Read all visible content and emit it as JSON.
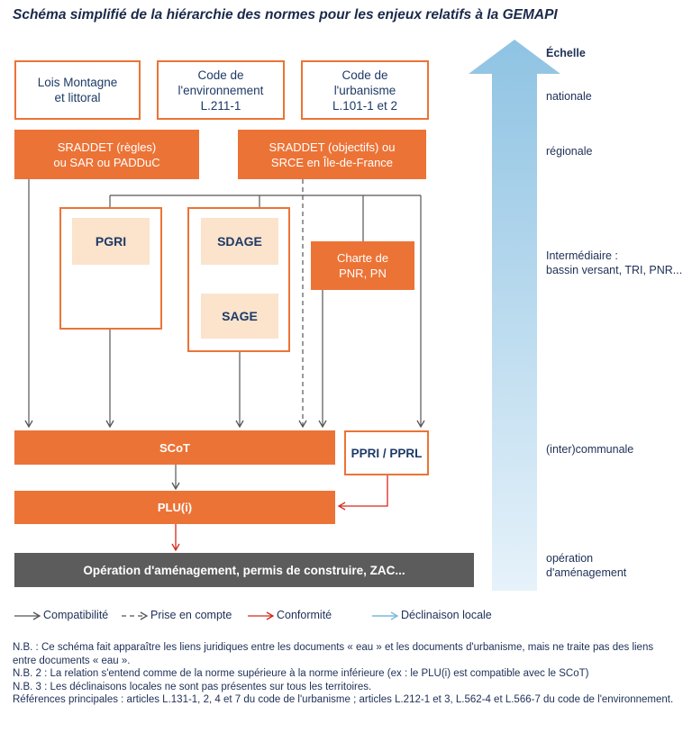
{
  "title": "Schéma simplifié de la hiérarchie des normes pour les enjeux relatifs à la GEMAPI",
  "boxes": {
    "lois_montagne": "Lois Montagne\net littoral",
    "code_env": "Code de\nl'environnement\nL.211-1",
    "code_urb": "Code de\nl'urbanisme\nL.101-1 et 2",
    "sraddet_regles": "SRADDET (règles)\nou SAR ou PADDuC",
    "sraddet_objectifs": "SRADDET (objectifs) ou\nSRCE en Île-de-France",
    "pgri": "PGRI",
    "sdage": "SDAGE",
    "sage": "SAGE",
    "charte_pnr": "Charte de\nPNR, PN",
    "scot": "SCoT",
    "ppri": "PPRI / PPRL",
    "plui": "PLU(i)",
    "operation": "Opération d'aménagement, permis de construire, ZAC..."
  },
  "scale": {
    "heading": "Échelle",
    "levels": [
      "nationale",
      "régionale",
      "Intermédiaire :\nbassin versant, TRI, PNR...",
      "(inter)communale",
      "opération\nd'aménagement"
    ]
  },
  "legend": [
    {
      "label": "Compatibilité",
      "style": "solid",
      "color": "#555555"
    },
    {
      "label": "Prise en compte",
      "style": "dashed",
      "color": "#555555"
    },
    {
      "label": "Conformité",
      "style": "solid",
      "color": "#d6281f"
    },
    {
      "label": "Déclinaison locale",
      "style": "solid",
      "color": "#7ab8dc"
    }
  ],
  "notes": [
    "N.B. : Ce schéma fait apparaître les liens juridiques entre les documents « eau » et les documents d'urbanisme, mais ne traite pas des liens entre documents « eau ».",
    "N.B. 2 : La relation s'entend comme de la norme supérieure à la norme inférieure (ex : le PLU(i) est compatible avec le SCoT)",
    "N.B. 3 : Les déclinaisons locales ne sont pas présentes sur tous les territoires.",
    "Références principales : articles L.131-1, 2, 4 et 7 du code de l'urbanisme ; articles L.212-1 et 3, L.562-4 et L.566-7 du code de l'environnement."
  ],
  "colors": {
    "orange": "#ec7336",
    "beige": "#fbe3cc",
    "navy": "#1d3a66",
    "grey": "#5c5c5c",
    "scale_arrow": "#8fc3e3"
  }
}
